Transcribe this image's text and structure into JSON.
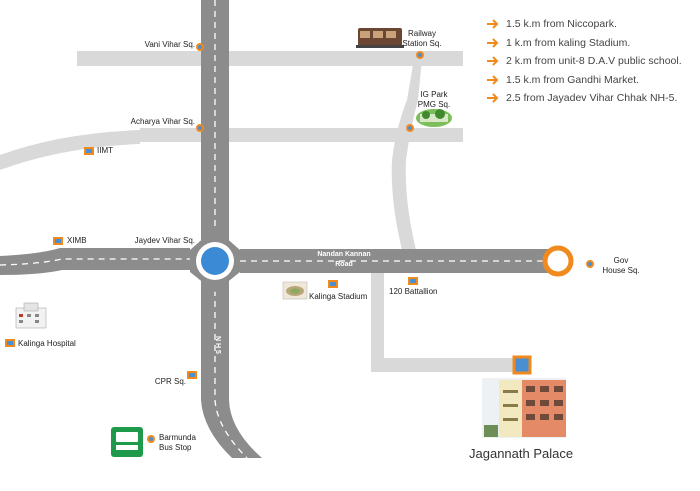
{
  "legend": {
    "items": [
      "1.5 k.m from Niccopark.",
      "1 k.m from kaling Stadium.",
      "2 k.m from unit-8 D.A.V public school.",
      "1.5 k.m from Gandhi Market.",
      "2.5 from Jayadev Vihar Chhak NH-5."
    ]
  },
  "places": {
    "vani_vihar": "Vani Vihar Sq.",
    "railway_1": "Railway",
    "railway_2": "Station Sq.",
    "ig_park_1": "IG Park",
    "ig_park_2": "PMG Sq.",
    "acharya_vihar": "Acharya Vihar Sq.",
    "iimt": "IIMT",
    "ximb": "XIMB",
    "jaydev_vihar": "Jaydev Vihar Sq.",
    "road_1": "Nandan Kannan",
    "road_2": "Road",
    "gov_1": "Gov",
    "gov_2": "House Sq.",
    "kalinga_stadium": "Kalinga Stadium",
    "battalion": "120 Battallion",
    "kalinga_hospital": "Kalinga Hospital",
    "nh5": "N H 5",
    "cpr": "CPR Sq.",
    "barmunda_1": "Barmunda",
    "barmunda_2": "Bus Stop",
    "jagannath": "Jagannath Palace"
  },
  "colors": {
    "road": "#d9d9d9",
    "main_road": "#8c8c8c",
    "accent": "#f08a1e",
    "marker_fill": "#4a8fd1",
    "bus_green": "#1e9a4a"
  },
  "icons": [
    "arrow-right-icon",
    "train-icon",
    "park-icon",
    "stadium-icon",
    "hospital-icon",
    "bus-icon",
    "building-icon"
  ]
}
